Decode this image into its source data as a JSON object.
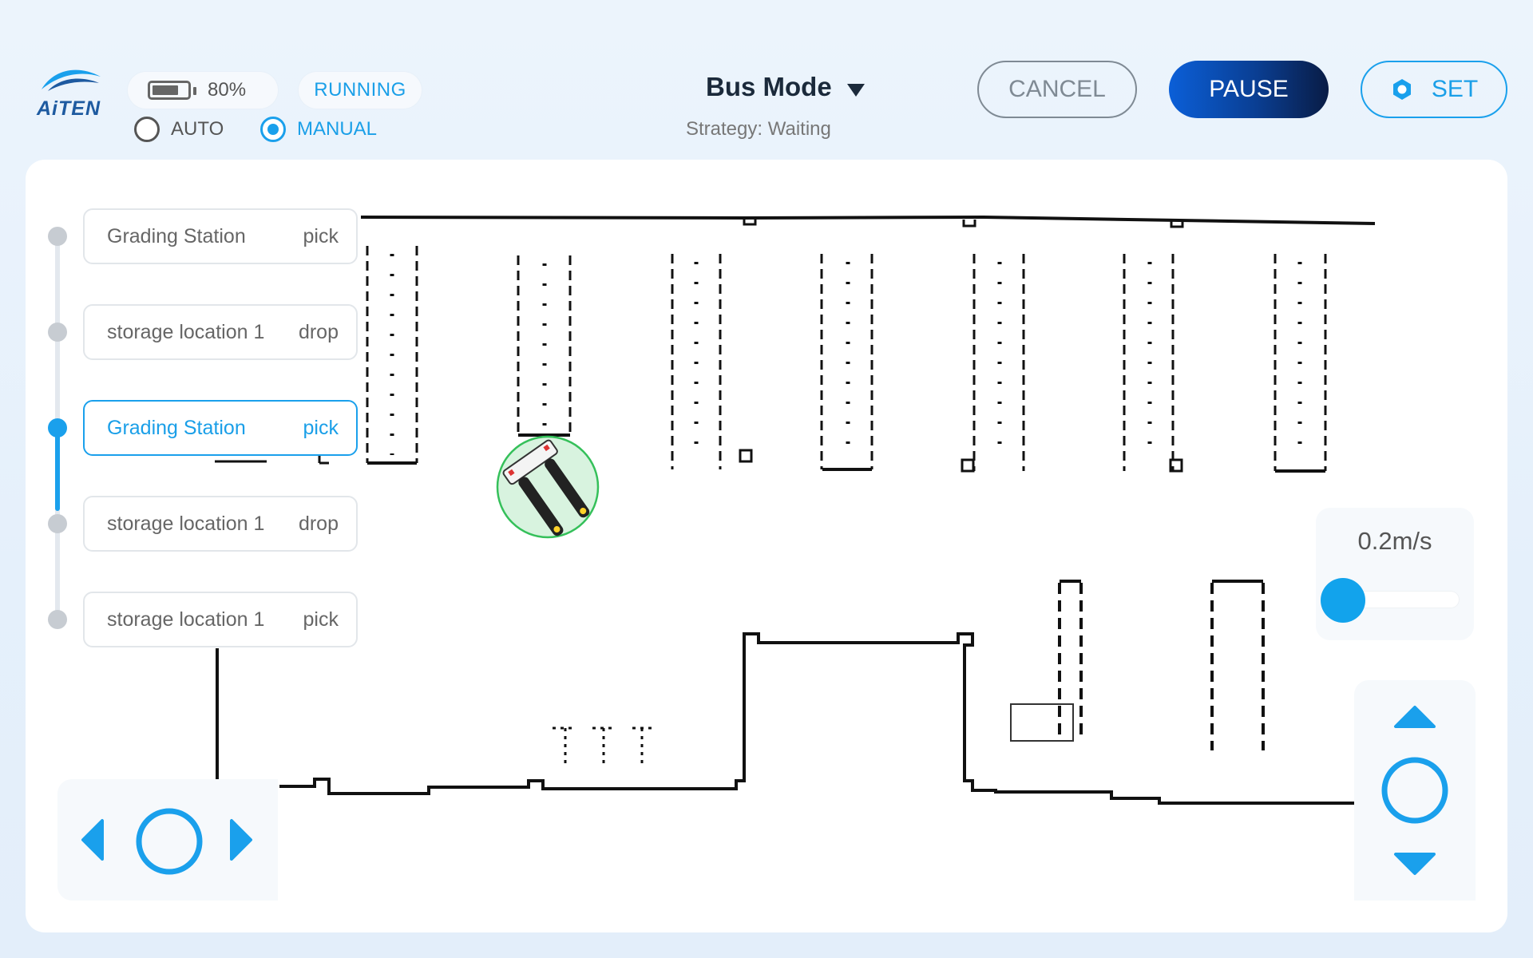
{
  "header": {
    "logo_text": "AiTEN",
    "battery": {
      "label": "80%",
      "level": 0.8
    },
    "status": "RUNNING",
    "modes": [
      {
        "label": "AUTO",
        "selected": false
      },
      {
        "label": "MANUAL",
        "selected": true
      }
    ],
    "mode_title": "Bus Mode",
    "strategy_label": "Strategy:",
    "strategy_value": "Waiting",
    "cancel_label": "CANCEL",
    "pause_label": "PAUSE",
    "set_label": "SET"
  },
  "tasks": [
    {
      "name": "Grading Station",
      "action": "pick",
      "active": false
    },
    {
      "name": "storage location 1",
      "action": "drop",
      "active": false
    },
    {
      "name": "Grading Station",
      "action": "pick",
      "active": true
    },
    {
      "name": "storage location 1",
      "action": "drop",
      "active": false
    },
    {
      "name": "storage location 1",
      "action": "pick",
      "active": false
    }
  ],
  "speed": {
    "label": "0.2m/s",
    "value": 0.2
  },
  "colors": {
    "accent": "#1aa0ec",
    "pause_start": "#0b5fd8",
    "pause_end": "#091c45",
    "robot_zone": "#d8f3df"
  },
  "icons": [
    "battery-icon",
    "settings-hex-icon",
    "dropdown-caret-icon",
    "forklift-robot-icon",
    "arrow-left-icon",
    "arrow-right-icon",
    "arrow-up-icon",
    "arrow-down-icon",
    "joystick-circle-icon"
  ]
}
